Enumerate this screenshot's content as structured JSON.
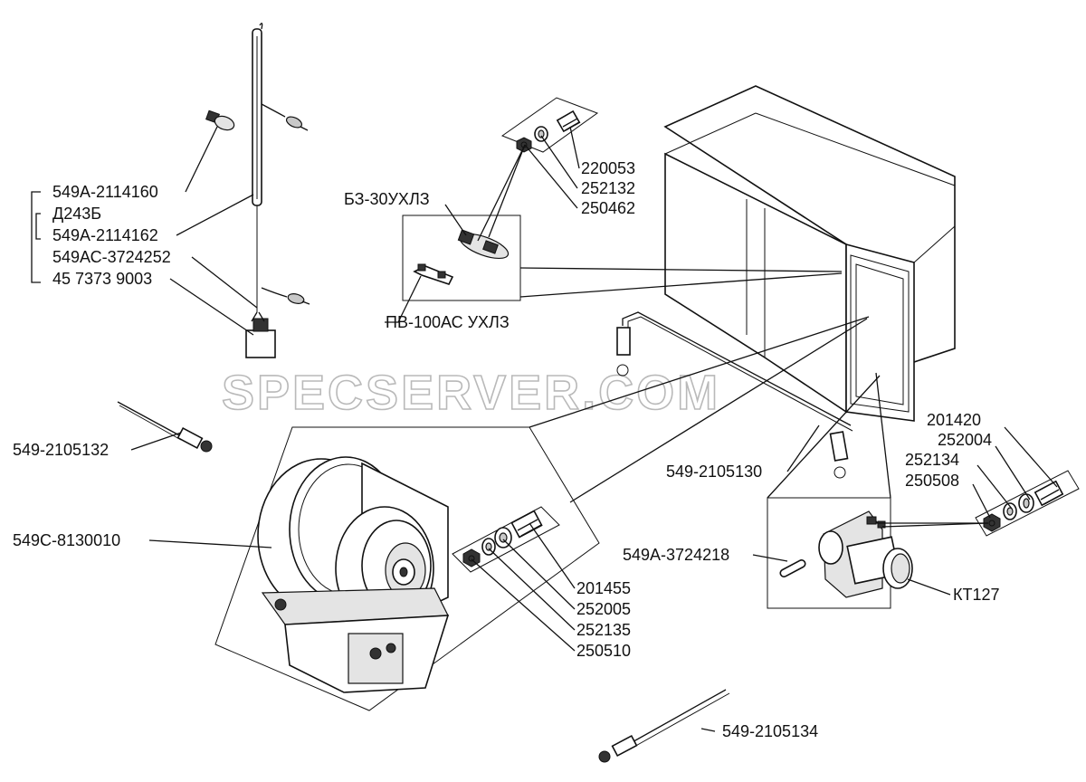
{
  "watermark": "SPECSERVER.COM",
  "labels": {
    "heater_group_1": "549А-2114160",
    "heater_group_2": "Д243Б",
    "heater_group_3": "549А-2114162",
    "heater_group_4": "549АС-3724252",
    "heater_group_5": "45 7373 9003",
    "fuse_top": "БЗ-30УХЛЗ",
    "fuse_bottom": "ПВ-100АС УХЛЗ",
    "bolt_220053": "220053",
    "washer_252132": "252132",
    "nut_250462": "250462",
    "wire_549_2105132": "549-2105132",
    "fan_unit": "549С-8130010",
    "bolt_201455": "201455",
    "washer_252005": "252005",
    "washer_252135": "252135",
    "nut_250510": "250510",
    "wire_549_2105130": "549-2105130",
    "bolt_201420": "201420",
    "washer_252004": "252004",
    "washer_252134": "252134",
    "nut_250508": "250508",
    "pin_549A_3724218": "549А-3724218",
    "switch_kt127": "КТ127",
    "wire_549_2105134": "549-2105134"
  }
}
